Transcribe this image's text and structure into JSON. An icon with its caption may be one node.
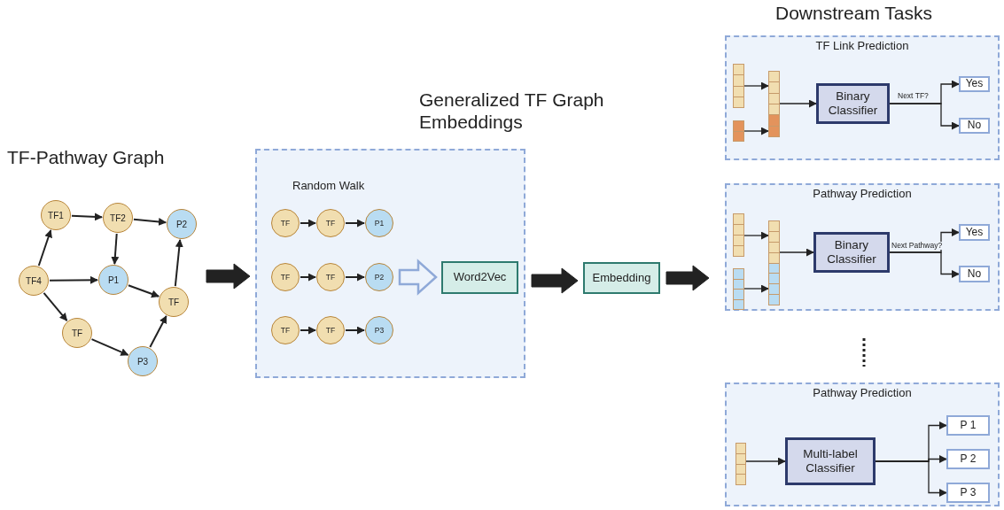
{
  "diagram": {
    "nodes": [
      {
        "text": [
          "TF1"
        ]
      },
      {
        "text": [
          "TF2"
        ]
      },
      {
        "text": [
          "P2"
        ]
      },
      {
        "text": [
          "TF4"
        ]
      },
      {
        "text": [
          "P1"
        ]
      },
      {
        "text": [
          "TF"
        ]
      },
      {
        "text": [
          "TF"
        ]
      },
      {
        "text": [
          "P3"
        ]
      },
      {
        "text": [
          "Generalized TF Graph Embeddings",
          "Random Walk"
        ]
      },
      {
        "text": [
          "TF"
        ],
        "in": 8
      },
      {
        "text": [
          "TF"
        ],
        "in": 8
      },
      {
        "text": [
          "P1"
        ],
        "in": 8
      },
      {
        "text": [
          "TF"
        ],
        "in": 8
      },
      {
        "text": [
          "TF"
        ],
        "in": 8
      },
      {
        "text": [
          "P2"
        ],
        "in": 8
      },
      {
        "text": [
          "TF"
        ],
        "in": 8
      },
      {
        "text": [
          "TF"
        ],
        "in": 8
      },
      {
        "text": [
          "P3"
        ],
        "in": 8
      },
      {
        "text": [
          "Word2Vec"
        ],
        "in": 8
      },
      {
        "text": [
          "Embedding"
        ]
      },
      {
        "text": [
          "TF Link Prediction"
        ]
      },
      {
        "text": [],
        "shape": "bar",
        "in": 20
      },
      {
        "text": [],
        "shape": "bar",
        "in": 20
      },
      {
        "text": [],
        "shape": "bar",
        "in": 20
      },
      {
        "text": [
          "Binary Classifier"
        ],
        "in": 20
      },
      {
        "text": [
          "Yes"
        ],
        "in": 20
      },
      {
        "text": [
          "No"
        ],
        "in": 20
      },
      {
        "text": [
          "Pathway Prediction"
        ]
      },
      {
        "text": [],
        "shape": "bar",
        "in": 27
      },
      {
        "text": [],
        "shape": "bar",
        "in": 27
      },
      {
        "text": [],
        "shape": "bar",
        "in": 27
      },
      {
        "text": [
          "Binary Classifier"
        ],
        "in": 27
      },
      {
        "text": [
          "Yes"
        ],
        "in": 27
      },
      {
        "text": [
          "No"
        ],
        "in": 27
      },
      {
        "text": [
          "Pathway Prediction"
        ]
      },
      {
        "text": [],
        "shape": "bar",
        "in": 34
      },
      {
        "text": [
          "Multi-label Classifier"
        ],
        "in": 34
      },
      {
        "text": [
          "P 1"
        ],
        "in": 34
      },
      {
        "text": [
          "P 2"
        ],
        "in": 34
      },
      {
        "text": [
          "P 3"
        ],
        "in": 34
      }
    ],
    "edges": [
      {
        "from": 3,
        "to": 0,
        "arrow": "to"
      },
      {
        "from": 0,
        "to": 1,
        "arrow": "to"
      },
      {
        "from": 1,
        "to": 2,
        "arrow": "to"
      },
      {
        "from": 1,
        "to": 4,
        "arrow": "to"
      },
      {
        "from": 3,
        "to": 4,
        "arrow": "to"
      },
      {
        "from": 4,
        "to": 5,
        "arrow": "to"
      },
      {
        "from": 3,
        "to": 6,
        "arrow": "to"
      },
      {
        "from": 6,
        "to": 7,
        "arrow": "to"
      },
      {
        "from": 7,
        "to": 5,
        "arrow": "to"
      },
      {
        "from": 5,
        "to": 2,
        "arrow": "to"
      },
      {
        "from": null,
        "to": 8,
        "arrow": "to",
        "style": "thick"
      },
      {
        "from": 9,
        "to": 10,
        "arrow": "to"
      },
      {
        "from": 10,
        "to": 11,
        "arrow": "to"
      },
      {
        "from": 12,
        "to": 13,
        "arrow": "to"
      },
      {
        "from": 13,
        "to": 14,
        "arrow": "to"
      },
      {
        "from": 15,
        "to": 16,
        "arrow": "to"
      },
      {
        "from": 16,
        "to": 17,
        "arrow": "to"
      },
      {
        "from": 14,
        "to": 18,
        "arrow": "to",
        "style": "thick",
        "color": "#8fa9d8"
      },
      {
        "from": 8,
        "to": 19,
        "arrow": "to",
        "style": "thick"
      },
      {
        "from": 19,
        "to": null,
        "arrow": "to",
        "style": "thick"
      },
      {
        "from": 21,
        "to": 23,
        "arrow": "to"
      },
      {
        "from": 22,
        "to": 23,
        "arrow": "to"
      },
      {
        "from": 23,
        "to": 24,
        "arrow": "to"
      },
      {
        "from": 24,
        "to": 25,
        "arrow": "to",
        "label": "Next TF?"
      },
      {
        "from": 24,
        "to": 26,
        "arrow": "to"
      },
      {
        "from": 28,
        "to": 30,
        "arrow": "to"
      },
      {
        "from": 29,
        "to": 30,
        "arrow": "to"
      },
      {
        "from": 30,
        "to": 31,
        "arrow": "to"
      },
      {
        "from": 31,
        "to": 32,
        "arrow": "to",
        "label": "Next Pathway?"
      },
      {
        "from": 31,
        "to": 33,
        "arrow": "to"
      },
      {
        "from": 35,
        "to": 36,
        "arrow": "to"
      },
      {
        "from": 36,
        "to": 37,
        "arrow": "to"
      },
      {
        "from": 36,
        "to": 38,
        "arrow": "to"
      },
      {
        "from": 36,
        "to": 39,
        "arrow": "to"
      }
    ],
    "labels": [
      "TF-Pathway Graph",
      "Downstream Tasks"
    ]
  }
}
